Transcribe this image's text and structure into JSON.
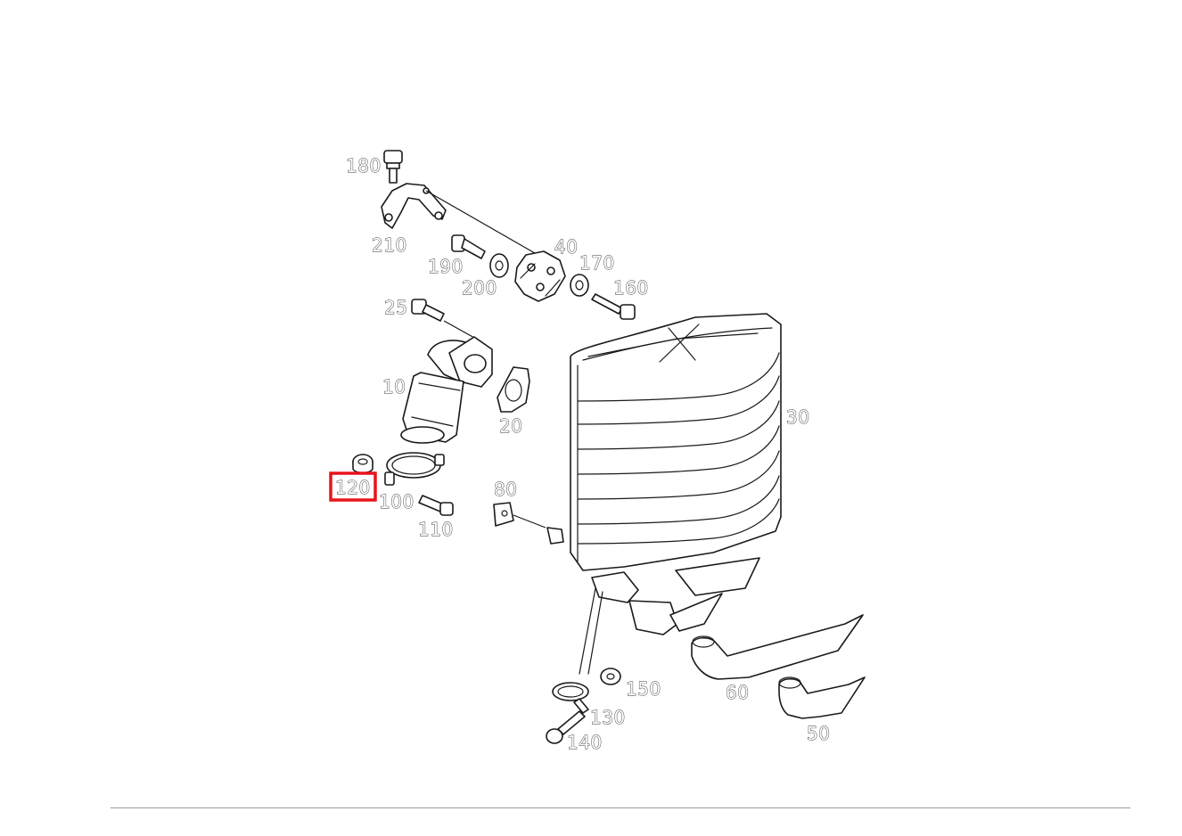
{
  "diagram": {
    "callouts": {
      "c180": "180",
      "c210": "210",
      "c190": "190",
      "c200": "200",
      "c40": "40",
      "c170": "170",
      "c160": "160",
      "c25": "25",
      "c10": "10",
      "c20": "20",
      "c30": "30",
      "c120": "120",
      "c100": "100",
      "c110": "110",
      "c80": "80",
      "c150": "150",
      "c130": "130",
      "c140": "140",
      "c60": "60",
      "c50": "50"
    },
    "selected_callout": "120",
    "highlight_color": "#e8141b"
  }
}
